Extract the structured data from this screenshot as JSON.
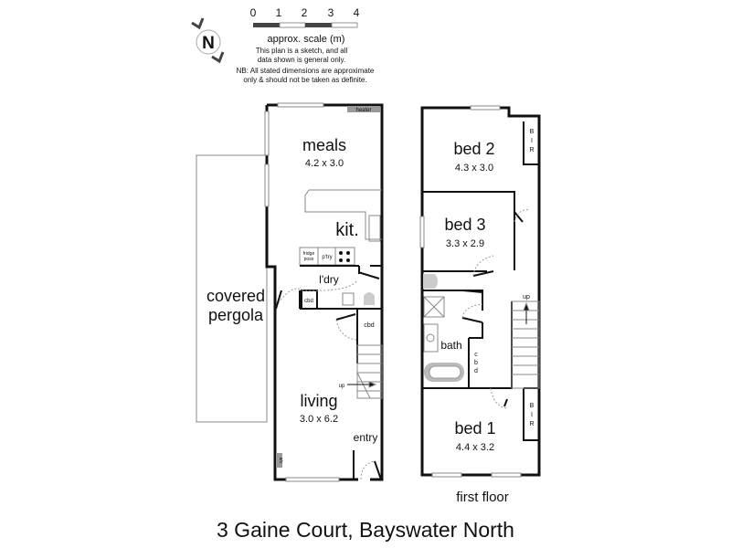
{
  "legend": {
    "scale_ticks": [
      "0",
      "1",
      "2",
      "3",
      "4"
    ],
    "scale_label": "approx. scale (m)",
    "note1_line1": "This plan is a sketch, and all",
    "note1_line2": "data shown is general only.",
    "note2_line1": "NB: All stated dimensions are approximate",
    "note2_line2": "only & should not be taken as definite.",
    "compass_label": "N"
  },
  "ground_floor": {
    "heater": "heater",
    "meals": {
      "name": "meals",
      "size": "4.2 x 3.0"
    },
    "kitchen": "kit.",
    "fridge_line1": "fridge",
    "fridge_line2": "posn",
    "pantry": "p'try",
    "laundry": "l'dry",
    "cbd1": "cbd",
    "cbd2": "cbd",
    "pergola_line1": "covered",
    "pergola_line2": "pergola",
    "living": {
      "name": "living",
      "size": "3.0 x 6.2"
    },
    "stairs_up": "up",
    "entry": "entry",
    "ac": "a/c"
  },
  "first_floor": {
    "label": "first floor",
    "bed2": {
      "name": "bed 2",
      "size": "4.3 x 3.0"
    },
    "bed3": {
      "name": "bed 3",
      "size": "3.3 x 2.9"
    },
    "bed1": {
      "name": "bed 1",
      "size": "4.4 x 3.2"
    },
    "bir": [
      "B",
      "I",
      "R"
    ],
    "bath": "bath",
    "cbd": [
      "c",
      "b",
      "d"
    ],
    "stairs_up": "up"
  },
  "address": "3 Gaine Court, Bayswater North"
}
